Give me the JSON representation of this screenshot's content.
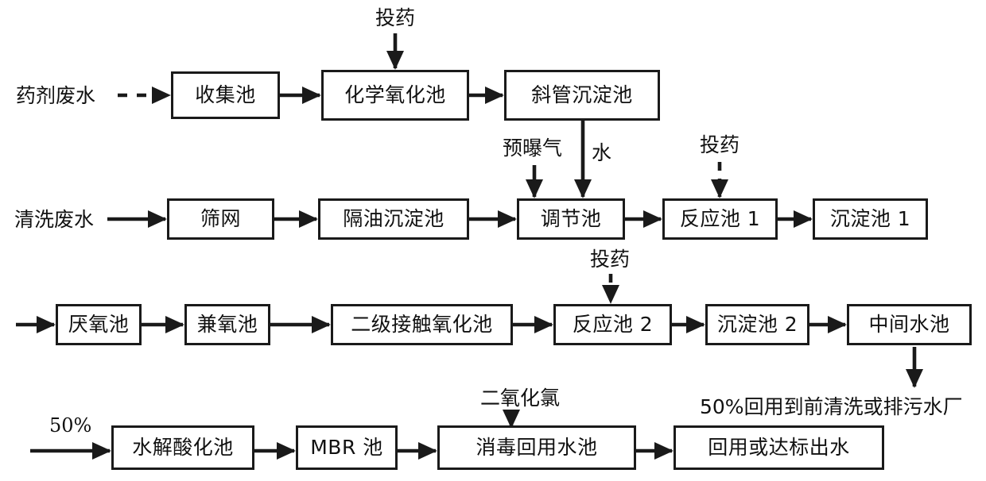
{
  "diagram": {
    "title": "Wastewater treatment process flow",
    "line_color": "#1a1a1a",
    "box_fill": "#ffffff",
    "text_color": "#111111"
  },
  "nodes": [
    {
      "id": "collect",
      "label": "收集池"
    },
    {
      "id": "chem_ox",
      "label": "化学氧化池"
    },
    {
      "id": "tube_settle",
      "label": "斜管沉淀池"
    },
    {
      "id": "screen",
      "label": "筛网"
    },
    {
      "id": "oil_settle",
      "label": "隔油沉淀池"
    },
    {
      "id": "regulate",
      "label": "调节池"
    },
    {
      "id": "react1",
      "label": "反应池 1"
    },
    {
      "id": "settle1",
      "label": "沉淀池 1"
    },
    {
      "id": "anaerobic",
      "label": "厌氧池"
    },
    {
      "id": "facultative",
      "label": "兼氧池"
    },
    {
      "id": "contact_ox",
      "label": "二级接触氧化池"
    },
    {
      "id": "react2",
      "label": "反应池 2"
    },
    {
      "id": "settle2",
      "label": "沉淀池 2"
    },
    {
      "id": "mid_tank",
      "label": "中间水池"
    },
    {
      "id": "hydrolysis",
      "label": "水解酸化池"
    },
    {
      "id": "mbr",
      "label": "MBR 池"
    },
    {
      "id": "disinfect",
      "label": "消毒回用水池"
    },
    {
      "id": "reuse_out",
      "label": "回用或达标出水"
    }
  ],
  "labels": {
    "drug_wastewater": "药剂废水",
    "wash_wastewater": "清洗废水",
    "dosing_1": "投药",
    "dosing_2": "投药",
    "dosing_3": "投药",
    "dosing_4": "投药",
    "pre_aeration": "预曝气",
    "water": "水",
    "chlorine_dioxide": "二氧化氯",
    "reflux_percent": "50%",
    "reuse_note": "50%回用到前清洗或排污水厂"
  }
}
